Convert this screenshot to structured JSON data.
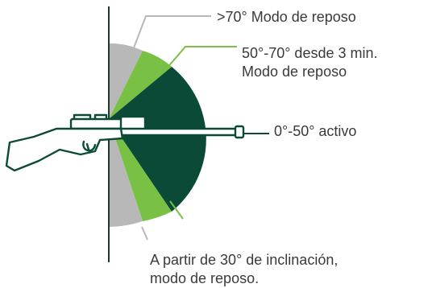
{
  "labels": {
    "rest_over_70": "&gt;70° Modo de reposo",
    "mid_range_line1": "50°-70° desde 3 min.",
    "mid_range_line2": "Modo de reposo",
    "active": "0°-50° activo",
    "tilt_line1": "A partir de 30° de inclinación,",
    "tilt_line2": "modo de reposo."
  },
  "colors": {
    "dark_green": "#0b4a36",
    "light_green": "#79c144",
    "grey": "#b8b8b8",
    "line": "#1f3a2d",
    "text": "#3a3a3a",
    "rifle_stroke": "#0b4a36"
  },
  "icons": {
    "rifle": "rifle-icon"
  }
}
